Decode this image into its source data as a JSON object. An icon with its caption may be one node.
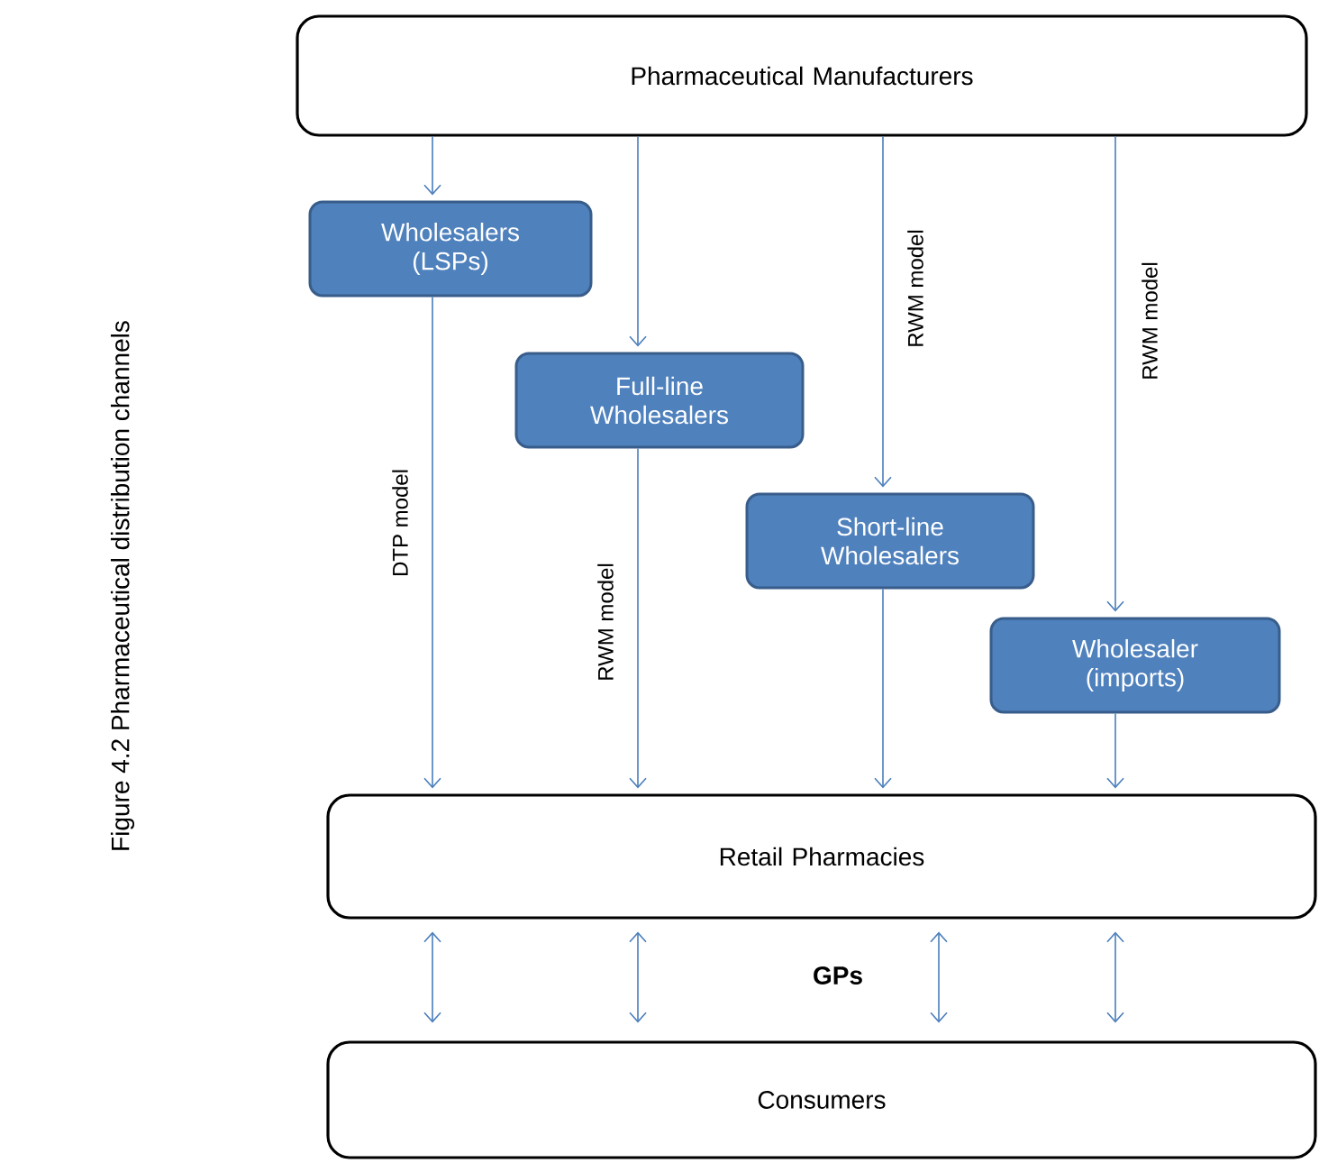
{
  "diagram": {
    "caption": "Figure 4.2 Pharmaceutical distribution channels",
    "nodes": [
      {
        "text": [
          "Pharmaceutical Manufacturers"
        ]
      },
      {
        "text": [
          "Wholesalers (LSPs)"
        ]
      },
      {
        "text": [
          "Full-line Wholesalers"
        ]
      },
      {
        "text": [
          "Short-line Wholesalers"
        ]
      },
      {
        "text": [
          "Wholesaler (imports)"
        ]
      },
      {
        "text": [
          "Retail Pharmacies"
        ]
      },
      {
        "text": [
          "Consumers"
        ]
      }
    ],
    "edges": [
      {
        "from": 0,
        "to": 1,
        "arrow": "to"
      },
      {
        "from": 0,
        "to": 2,
        "arrow": "to"
      },
      {
        "from": 0,
        "to": 3,
        "arrow": "to",
        "label": "RWM model"
      },
      {
        "from": 0,
        "to": 4,
        "arrow": "to",
        "label": "RWM model"
      },
      {
        "from": 1,
        "to": 5,
        "arrow": "to",
        "label": "DTP model"
      },
      {
        "from": 2,
        "to": 5,
        "arrow": "to",
        "label": "RWM model"
      },
      {
        "from": 3,
        "to": 5,
        "arrow": "to"
      },
      {
        "from": 4,
        "to": 5,
        "arrow": "to"
      },
      {
        "from": 5,
        "to": 6,
        "arrow": "both"
      },
      {
        "from": 5,
        "to": 6,
        "arrow": "both"
      },
      {
        "from": 5,
        "to": 6,
        "arrow": "both"
      },
      {
        "from": 5,
        "to": 6,
        "arrow": "both"
      }
    ],
    "labels": [
      "GPs"
    ]
  }
}
